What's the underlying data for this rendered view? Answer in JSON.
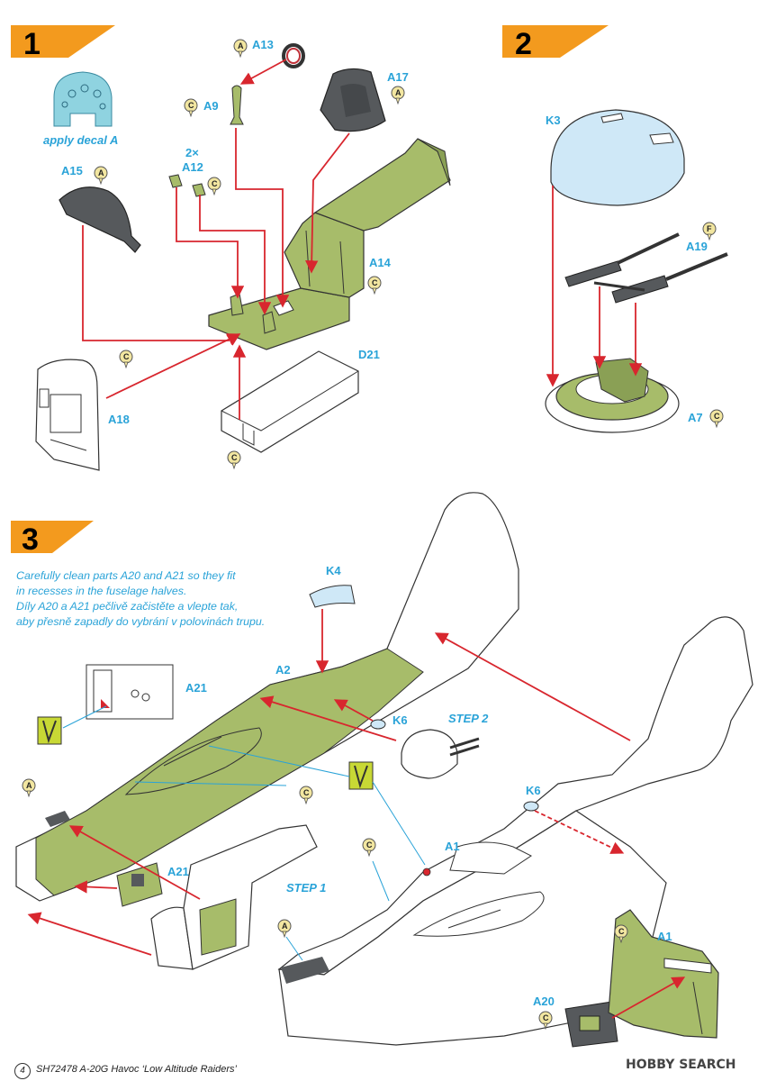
{
  "steps": [
    {
      "num": "1"
    },
    {
      "num": "2"
    },
    {
      "num": "3"
    }
  ],
  "labels": {
    "a13": "A13",
    "a9": "A9",
    "a17": "A17",
    "apply_decal": "apply decal A",
    "two_x": "2×",
    "a12": "A12",
    "a15": "A15",
    "a14": "A14",
    "d21": "D21",
    "a18": "A18",
    "k3": "K3",
    "a19": "A19",
    "a7": "A7",
    "k4": "K4",
    "a2": "A2",
    "a21_top": "A21",
    "k6_a": "K6",
    "step2_ref": "STEP 2",
    "k6_b": "K6",
    "a1_fuselage": "A1",
    "a21_bottom": "A21",
    "step1_ref": "STEP 1",
    "a1_right": "A1",
    "a20": "A20"
  },
  "badges": {
    "a": "A",
    "c": "C",
    "f": "F"
  },
  "note": {
    "line1": "Carefully clean parts A20 and A21 so they fit",
    "line2": "in recesses in the fuselage halves.",
    "line3": "Díly A20 a A21 pečlivě začistěte a vlepte tak,",
    "line4": "aby přesně zapadly do vybrání v polovinách trupu."
  },
  "footer": {
    "page": "4",
    "text": "SH72478  A-20G Havoc ‘Low Altitude Raiders’",
    "watermark": "HOBBY SEARCH"
  },
  "colors": {
    "blue_label": "#2aa3d8",
    "arrow_red": "#d8262e",
    "olive_green": "#a7bc6a",
    "orange_banner": "#f39a1e",
    "dark_grey": "#56595c",
    "glass_blue": "#cfe8f7",
    "cut_yellow": "#c8d835"
  }
}
